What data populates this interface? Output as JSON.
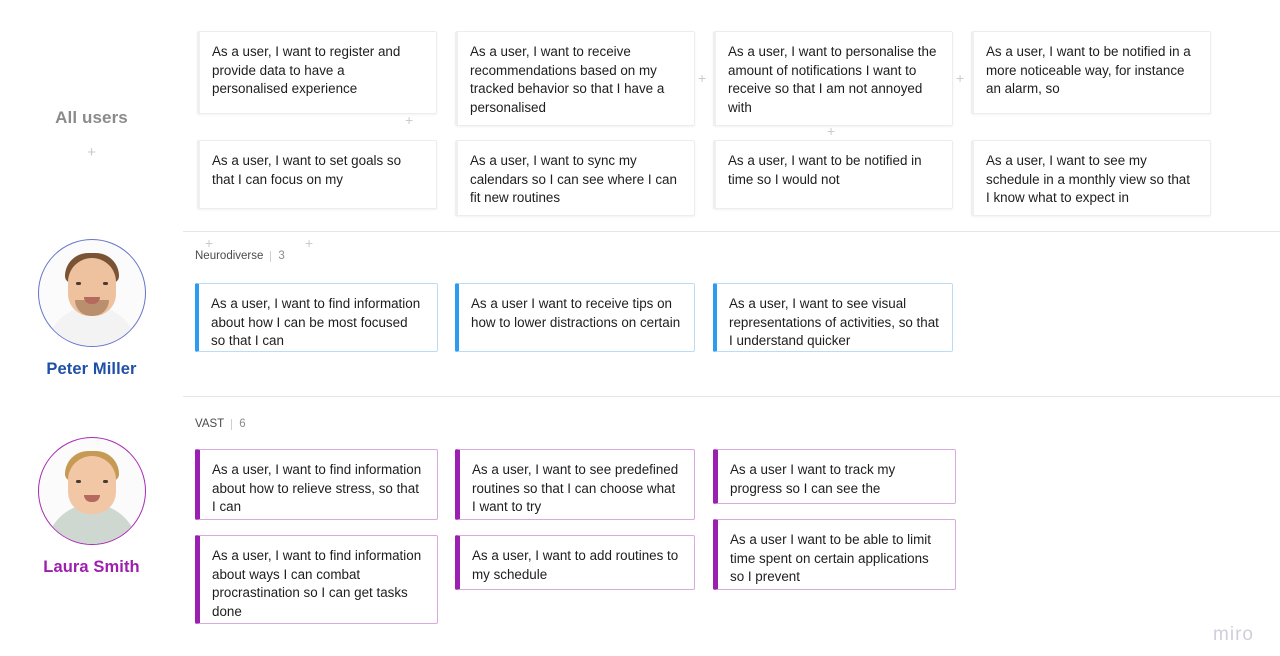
{
  "board": {
    "watermark": "miro",
    "rows": [
      {
        "id": "all-users",
        "label": "All users",
        "add_label": "+",
        "cards": [
          {
            "text": "As a user, I want to register and provide data to have a personalised experience"
          },
          {
            "text": "As a user, I want to receive recommendations based on my tracked behavior so that I have a personalised"
          },
          {
            "text": "As a user, I want to personalise the amount of notifications I want to receive so that I am not annoyed with"
          },
          {
            "text": "As a user, I want to be notified in a more noticeable way, for instance an alarm, so"
          },
          {
            "text": "As a user, I want to set goals so that I can focus on my"
          },
          {
            "text": "As a user, I want to sync my calendars so I can see where I can fit new routines"
          },
          {
            "text": "As a user, I want to be notified in time so I would not"
          },
          {
            "text": "As a user, I want to see my schedule in a monthly view so that I know what to expect in"
          }
        ]
      },
      {
        "id": "peter-miller",
        "persona_name": "Peter Miller",
        "avatar": "male-portrait-photo",
        "group_label": "Neurodiverse",
        "group_count": "3",
        "cards": [
          {
            "text": "As a user, I want to find information about how I can be most focused so that I can"
          },
          {
            "text": "As a user I want to receive tips on how to lower distractions on certain"
          },
          {
            "text": "As a user, I want to see visual representations of activities, so that I understand quicker"
          }
        ]
      },
      {
        "id": "laura-smith",
        "persona_name": "Laura Smith",
        "avatar": "female-portrait-photo",
        "group_label": "VAST",
        "group_count": "6",
        "cards": [
          {
            "text": "As a user, I want to find information about how to relieve stress, so that I can"
          },
          {
            "text": "As a user, I want to see predefined routines so that I can choose what I want to try"
          },
          {
            "text": "As a user I want to track my progress so I can see the"
          },
          {
            "text": "As a user, I want to find information about ways I can combat procrastination so I can get tasks done"
          },
          {
            "text": "As a user, I want to add routines to my schedule"
          },
          {
            "text": "As a user I want to be able to limit time spent on certain applications so I prevent"
          }
        ]
      }
    ],
    "add_buttons": [
      {
        "label": "+"
      },
      {
        "label": "+"
      },
      {
        "label": "+"
      },
      {
        "label": "+"
      },
      {
        "label": "+"
      },
      {
        "label": "+"
      },
      {
        "label": "+"
      },
      {
        "label": "+"
      }
    ],
    "colors": {
      "all_users_label": "#8b8b8b",
      "peter_accent": "#2c9bf0",
      "peter_name": "#1f4fa8",
      "laura_accent": "#9b1fb0",
      "laura_name": "#9c1fae",
      "card_border": "#ededed",
      "divider": "#e6e6e6",
      "watermark": "#cfcfdb"
    }
  }
}
